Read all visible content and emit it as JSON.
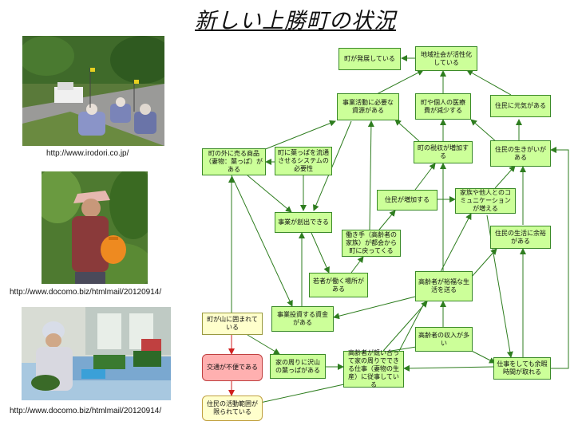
{
  "title": "新しい上勝町の状況",
  "photos": [
    {
      "icon": "elderly-carts-photo",
      "caption": "http://www.irodori.co.jp/"
    },
    {
      "icon": "woman-harvesting-photo",
      "caption": "http://www.docomo.biz/htmlmail/20120914/"
    },
    {
      "icon": "woman-packing-leaves-photo",
      "caption": "http://www.docomo.biz/htmlmail/20120914/"
    }
  ],
  "nodes": {
    "town_develop": "町が発展している",
    "community_active": "地域社会が活性化している",
    "business_resources": "事業活動に必要な資源がある",
    "medical_costs": "町や個人の医療費が減少する",
    "residents_energetic": "住民に元気がある",
    "products_sold": "町の外に売る商品（妻物：葉っぱ）がある",
    "distribution_system": "町に葉っぱを流通させるシステムの必要性",
    "tax_increase": "町の税収が増加する",
    "purpose_in_life": "住民の生きがいがある",
    "population_increase": "住民が増加する",
    "communication": "家族や他人とのコミュニケーションが増える",
    "business_created": "事業が創出できる",
    "workers_return": "働き手（高齢者の家族）が都会から町に戻ってくる",
    "leeway_in_life": "住民の生活に余裕がある",
    "youth_jobs": "若者が働く場所がある",
    "elderly_wealthy": "高齢者が裕福な生活を送る",
    "surrounded_mountains": "町が山に囲まれている",
    "investment_funds": "事業投資する資金がある",
    "elderly_income": "高齢者の収入が多い",
    "transport_inconvenient": "交通が不便である",
    "many_leaves": "家の周りに沢山の葉っぱがある",
    "elderly_work_home": "高齢者が競い合って家の周りでできる仕事（妻物の生産）に従事している",
    "free_time": "仕事をしても余暇時間が取れる",
    "limited_activity": "住民の活動範囲が限られている"
  }
}
